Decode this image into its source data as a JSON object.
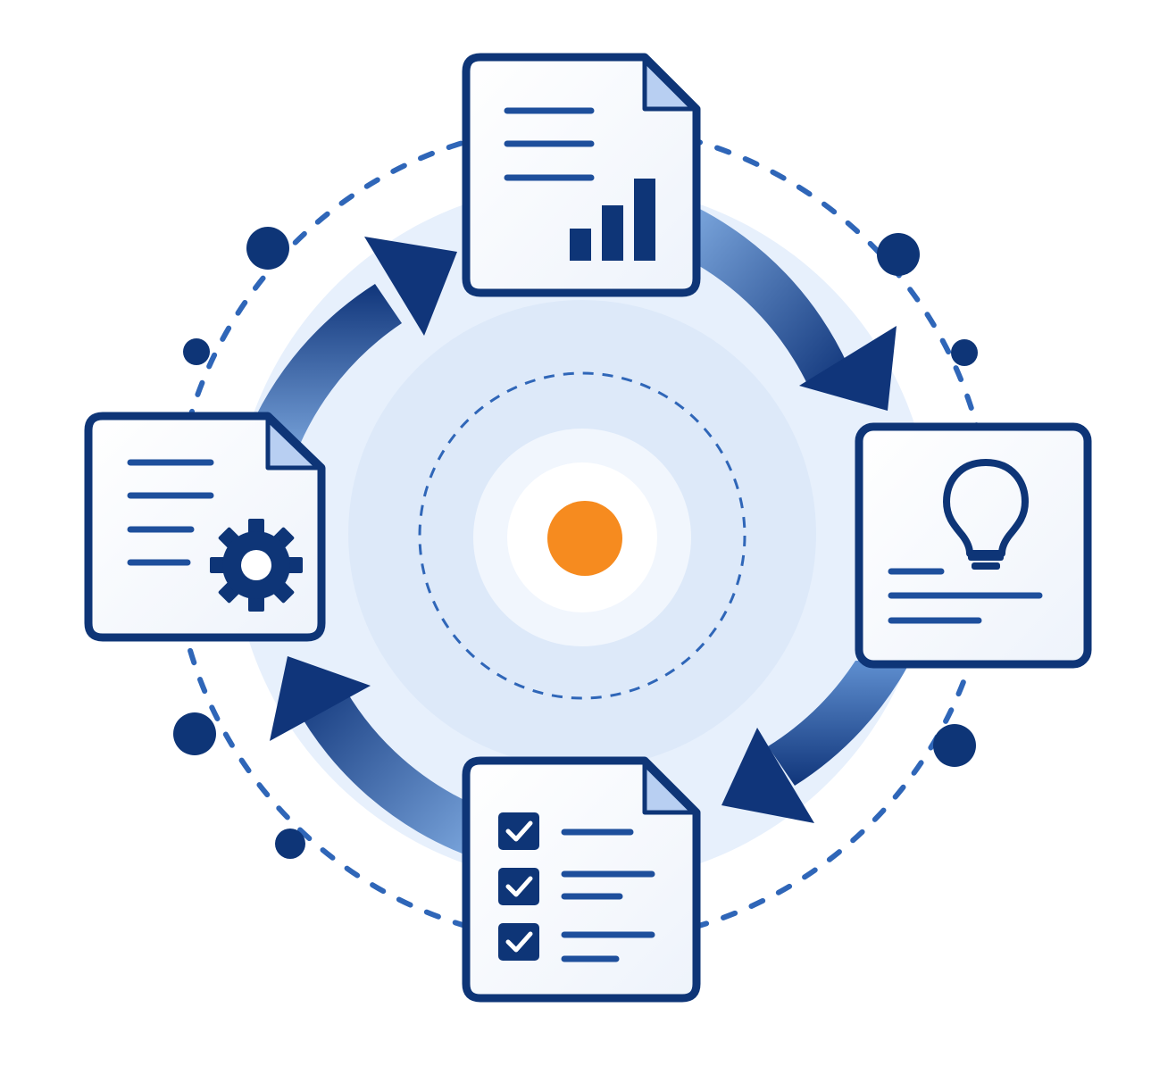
{
  "diagram": {
    "kind": "cycle",
    "nodes": [
      {
        "id": "report",
        "icon": "bar-chart-icon",
        "description_type": "document"
      },
      {
        "id": "idea",
        "icon": "lightbulb-icon",
        "description_type": "card"
      },
      {
        "id": "checklist",
        "icon": "checklist-icon",
        "description_type": "document",
        "checked_items": 3
      },
      {
        "id": "settings",
        "icon": "gear-icon",
        "description_type": "document"
      }
    ],
    "arrows": [
      {
        "from": "report",
        "to": "idea"
      },
      {
        "from": "idea",
        "to": "checklist"
      },
      {
        "from": "checklist",
        "to": "settings"
      },
      {
        "from": "settings",
        "to": "report"
      }
    ],
    "center": {
      "icon": "center-dot-icon"
    }
  },
  "colors": {
    "navy": "#0e3577",
    "arrow_dark": "#10357a",
    "arrow_light": "#7aa5dc",
    "accent": "#f68b1f",
    "line_blue": "#1e4f9c",
    "fold": "#b8cff2",
    "ring_bg": "#e3eefb",
    "ring_inner": "#f3f8fe",
    "dash": "#2f66b8"
  }
}
